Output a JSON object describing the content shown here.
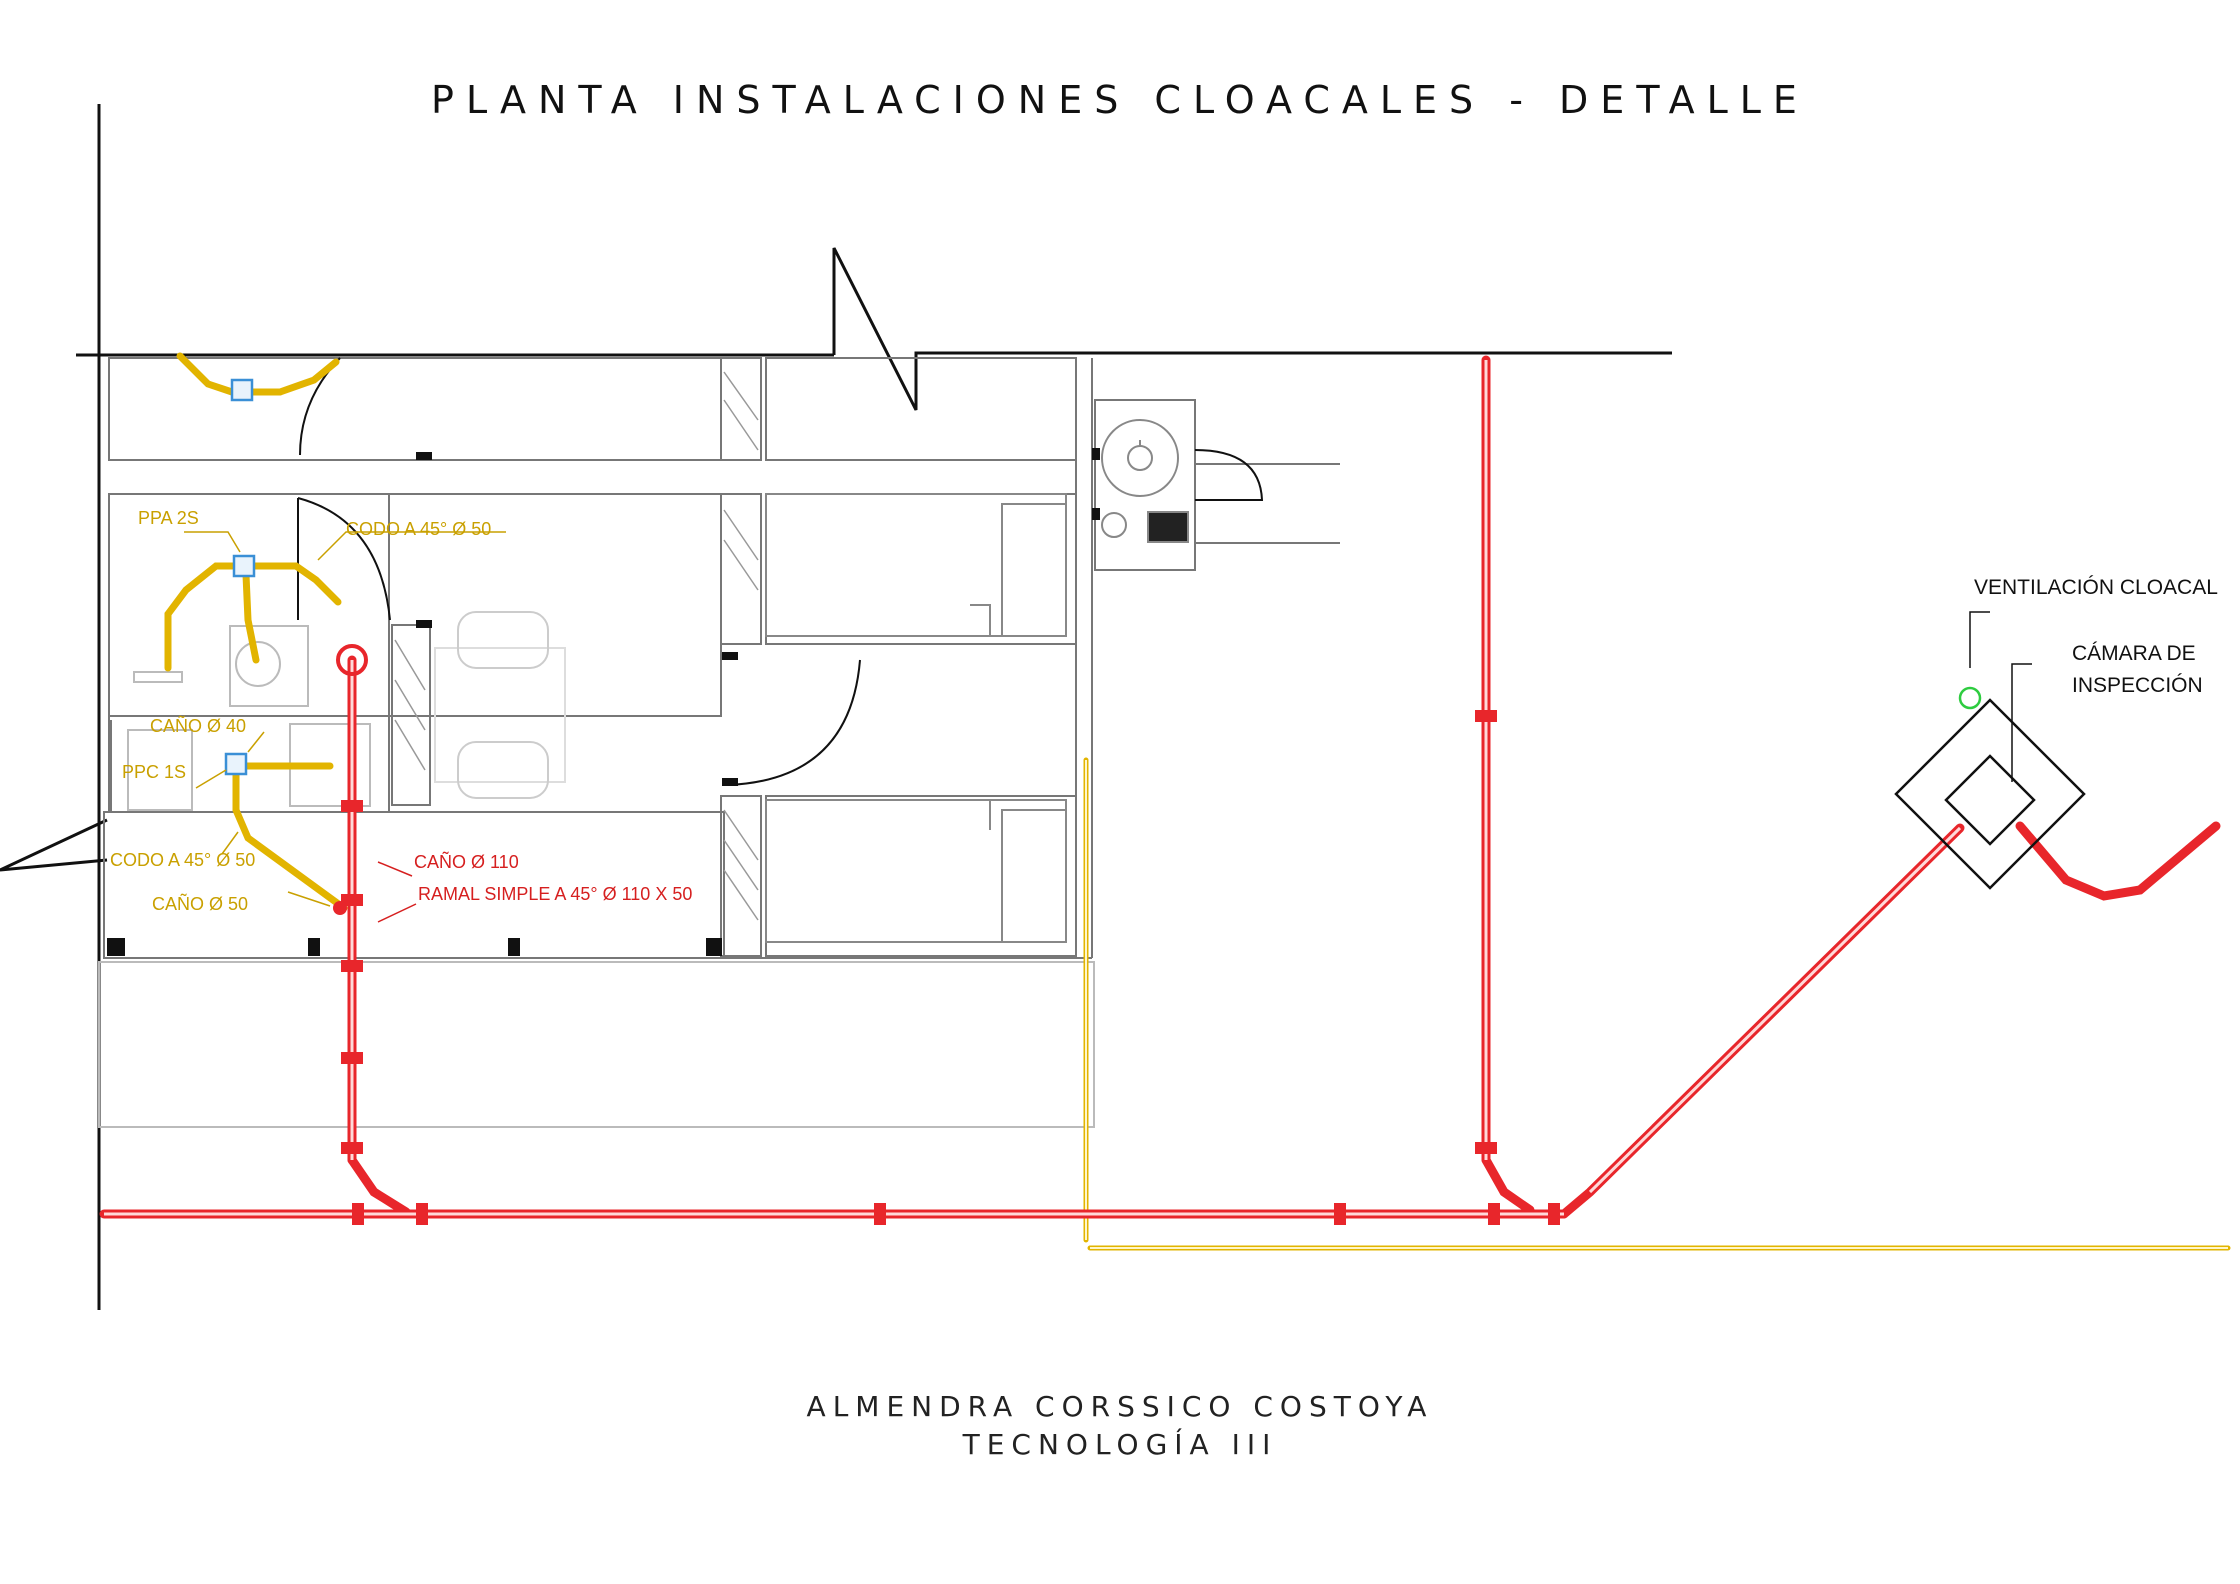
{
  "title": "PLANTA INSTALACIONES CLOACALES - DETALLE",
  "author": {
    "name": "ALMENDRA CORSSICO COSTOYA",
    "course": "TECNOLOGÍA III"
  },
  "labels": {
    "ppa_2s": "PPA 2S",
    "codo_45_50_top": "CODO A 45° Ø 50",
    "cano_40": "CAÑO Ø 40",
    "ppc_1s": "PPC 1S",
    "codo_45_50_bottom": "CODO A 45° Ø 50",
    "cano_50": "CAÑO Ø 50",
    "cano_110": "CAÑO Ø 110",
    "ramal_simple": "RAMAL SIMPLE A 45° Ø 110 X 50",
    "ventilacion": "VENTILACIÓN CLOACAL",
    "camara_line1": "CÁMARA DE",
    "camara_line2": "INSPECCIÓN"
  },
  "colors": {
    "drain_110": "#e8262b",
    "drain_50_40": "#e2b400",
    "walls": "#111111",
    "furniture": "#8a8a8a",
    "fitting_box": "#3a8fd6",
    "vent": "#2ecc40"
  }
}
